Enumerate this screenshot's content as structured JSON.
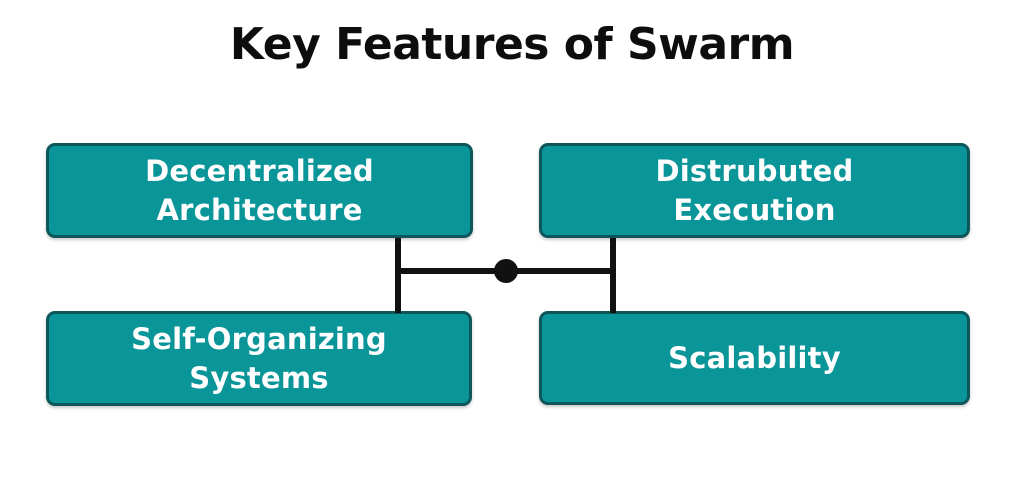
{
  "title": "Key Features of Swarm",
  "colors": {
    "box_fill": "#0a9599",
    "box_border": "#0c565c",
    "box_text": "#ffffff",
    "title_color": "#0d0d0d",
    "connector": "#111111",
    "background": "#ffffff"
  },
  "nodes": [
    {
      "id": "decentralized-architecture",
      "label": [
        "Decentralized",
        "Architecture"
      ]
    },
    {
      "id": "distrubuted-execution",
      "label": [
        "Distrubuted",
        "Execution"
      ]
    },
    {
      "id": "self-organizing-systems",
      "label": [
        "Self-Organizing",
        "Systems"
      ]
    },
    {
      "id": "scalability",
      "label": [
        "Scalability"
      ]
    }
  ]
}
